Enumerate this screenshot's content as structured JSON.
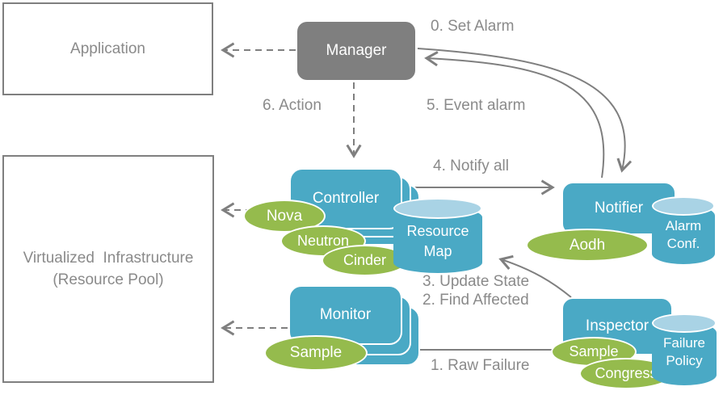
{
  "colors": {
    "blue": "#4aa9c5",
    "blue_light": "#a9d3e5",
    "green": "#95bb4d",
    "gray_fill": "#7f7f7f",
    "line": "#7f7f7f",
    "label_text": "#8a8a8a",
    "box_border": "#7f7f7f"
  },
  "nodes": {
    "application": {
      "label": "Application"
    },
    "virtualized_infrastructure": {
      "line1": "Virtualized  Infrastructure",
      "line2": "(Resource Pool)"
    },
    "manager": {
      "label": "Manager"
    },
    "controller": {
      "label": "Controller"
    },
    "monitor": {
      "label": "Monitor"
    },
    "notifier": {
      "label": "Notifier"
    },
    "inspector": {
      "label": "Inspector"
    }
  },
  "plugins": {
    "nova": {
      "label": "Nova"
    },
    "neutron": {
      "label": "Neutron"
    },
    "cinder": {
      "label": "Cinder"
    },
    "monitor_sample": {
      "label": "Sample"
    },
    "aodh": {
      "label": "Aodh"
    },
    "inspector_sample": {
      "label": "Sample"
    },
    "congress": {
      "label": "Congress"
    }
  },
  "datastores": {
    "resource_map": {
      "line1": "Resource",
      "line2": "Map"
    },
    "alarm_conf": {
      "line1": "Alarm",
      "line2": "Conf."
    },
    "failure_policy": {
      "line1": "Failure",
      "line2": "Policy"
    }
  },
  "steps": {
    "set_alarm": "0. Set Alarm",
    "raw_failure": "1. Raw Failure",
    "find_affected": "2. Find Affected",
    "update_state": "3. Update State",
    "notify_all": "4. Notify all",
    "event_alarm": "5. Event alarm",
    "action": "6. Action"
  }
}
